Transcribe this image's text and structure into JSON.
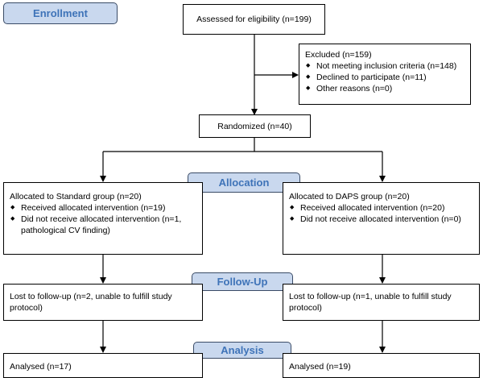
{
  "stages": {
    "enrollment": "Enrollment",
    "allocation": "Allocation",
    "follow_up": "Follow-Up",
    "analysis": "Analysis"
  },
  "assessed": "Assessed for eligibility (n=199)",
  "excluded": {
    "title": "Excluded (n=159)",
    "items": [
      "Not meeting inclusion criteria (n=148)",
      "Declined to participate (n=11)",
      "Other reasons (n=0)"
    ]
  },
  "randomized": "Randomized (n=40)",
  "standard": {
    "allocated": "Allocated to Standard group (n=20)",
    "items": [
      "Received allocated intervention (n=19)",
      "Did not receive allocated intervention (n=1, pathological CV finding)"
    ],
    "follow_up": "Lost to follow-up (n=2, unable to fulfill study protocol)",
    "analysed": "Analysed (n=17)"
  },
  "daps": {
    "allocated": "Allocated to DAPS group (n=20)",
    "items": [
      "Received allocated intervention (n=20)",
      "Did not receive allocated intervention (n=0)"
    ],
    "follow_up": "Lost to follow-up (n=1, unable to fulfill study protocol)",
    "analysed": "Analysed (n=19)"
  }
}
